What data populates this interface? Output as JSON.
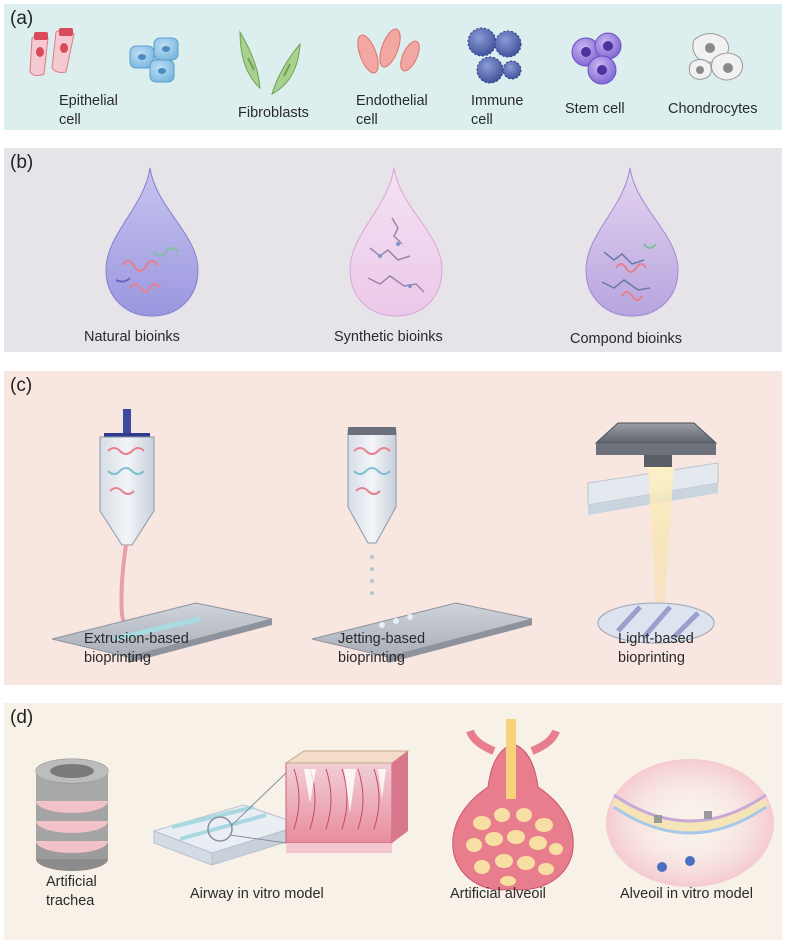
{
  "colors": {
    "panel_a": "#dcefee",
    "panel_b": "#e6e3e9",
    "panel_c": "#f8e6e1",
    "panel_d": "#f7f1e7"
  },
  "panel_a": {
    "label": "(a)",
    "cells": [
      {
        "name": "Epithelial\ncell",
        "icon": "epithelial-cell-icon"
      },
      {
        "name": "Fibroblasts",
        "icon": "fibroblast-icon"
      },
      {
        "name": "Endothelial\ncell",
        "icon": "endothelial-cell-icon"
      },
      {
        "name": "Immune\ncell",
        "icon": "immune-cell-icon"
      },
      {
        "name": "Stem cell",
        "icon": "stem-cell-icon"
      },
      {
        "name": "Chondrocytes",
        "icon": "chondrocyte-icon"
      }
    ]
  },
  "panel_b": {
    "label": "(b)",
    "bioinks": [
      {
        "name": "Natural bioinks",
        "icon": "natural-bioink-drop-icon"
      },
      {
        "name": "Synthetic bioinks",
        "icon": "synthetic-bioink-drop-icon"
      },
      {
        "name": "Compond bioinks",
        "icon": "compound-bioink-drop-icon"
      }
    ]
  },
  "panel_c": {
    "label": "(c)",
    "methods": [
      {
        "name": "Extrusion-based\nbioprinting",
        "icon": "extrusion-printer-icon"
      },
      {
        "name": "Jetting-based\nbioprinting",
        "icon": "jetting-printer-icon"
      },
      {
        "name": "Light-based\nbioprinting",
        "icon": "light-printer-icon"
      }
    ]
  },
  "panel_d": {
    "label": "(d)",
    "models": [
      {
        "name": "Artificial\ntrachea",
        "icon": "trachea-icon"
      },
      {
        "name": "Airway in vitro model",
        "icon": "airway-chip-icon"
      },
      {
        "name": "Artificial alveoil",
        "icon": "alveolus-icon"
      },
      {
        "name": "Alveoil in vitro model",
        "icon": "alveoli-model-icon"
      }
    ]
  }
}
